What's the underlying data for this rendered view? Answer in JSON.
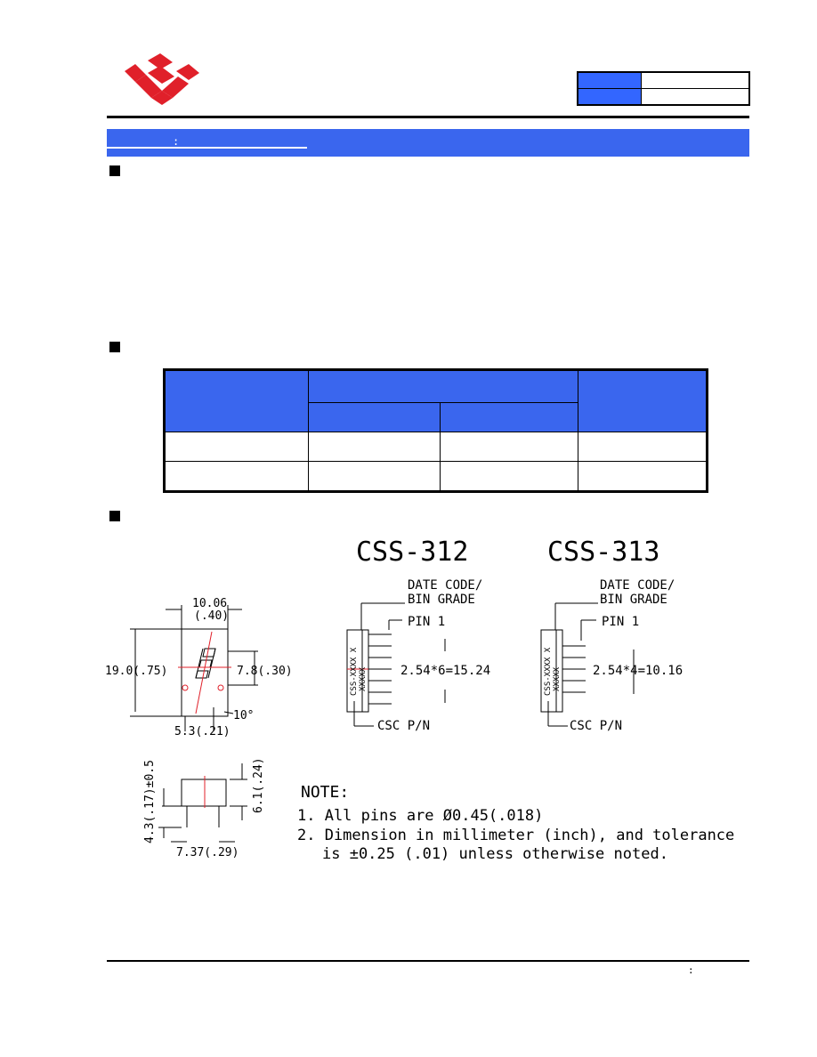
{
  "logo": {
    "color": "#e0202a",
    "icon": "company-logo-icon"
  },
  "colors": {
    "header_blue": "#3a66ee",
    "pin_red": "#e0202a"
  },
  "banner": {
    "colon": ":"
  },
  "footer": {
    "colon": ":"
  },
  "drawing": {
    "model_left": "CSS-312",
    "model_right": "CSS-313",
    "date_code_line1": "DATE CODE/",
    "date_code_line2": "BIN GRADE",
    "pin1_label": "PIN 1",
    "csc_pn_label": "CSC P/N",
    "pitch_left": "2.54*6=15.24",
    "pitch_right": "2.54*4=10.16",
    "part_text_1": "CSS-XXXX X",
    "part_text_2": "XXXXX",
    "front": {
      "width_mm": "10.06",
      "width_in": "(.40)",
      "height": "19.0(.75)",
      "digit_height": "7.8(.30)",
      "seg_width": "5.3(.21)",
      "angle": "10°"
    },
    "side": {
      "pin_length": "4.3(.17)±0.5",
      "body_height": "6.1(.24)",
      "pin_spacing": "7.37(.29)"
    },
    "notes": {
      "title": "NOTE:",
      "n1": "1. All pins are Ø0.45(.018)",
      "n2": "2. Dimension in millimeter (inch), and tolerance",
      "n3": "is ±0.25 (.01) unless otherwise noted."
    }
  }
}
